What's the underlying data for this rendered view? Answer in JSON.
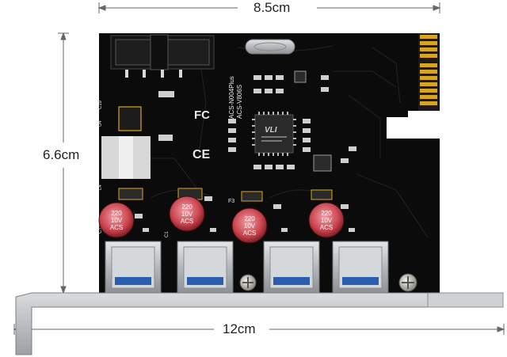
{
  "dimensions": {
    "width_top": "8.5cm",
    "height_left": "6.6cm",
    "width_bottom": "12cm"
  },
  "pcb_text": {
    "model_1": "ACS-N004Plus",
    "model_2": "ACS-V806S",
    "cap_value": "220",
    "cap_voltage": "10V",
    "cap_brand": "ACS",
    "chip_logo": "VLI",
    "fc_mark": "FC",
    "ce_mark": "CE",
    "fuse_label": "F3",
    "c17": "C17",
    "c1": "C1",
    "l4": "L4",
    "u4": "U4",
    "c19": "C19"
  },
  "colors": {
    "pcb": "#0b0b0b",
    "silkscreen": "#e8e8e8",
    "gold": "#d9a520",
    "capacitor": "#c8404a",
    "usb_metal": "#c9ccd0",
    "usb_blue": "#2a5fb0",
    "bracket": "#bfc2c5"
  }
}
